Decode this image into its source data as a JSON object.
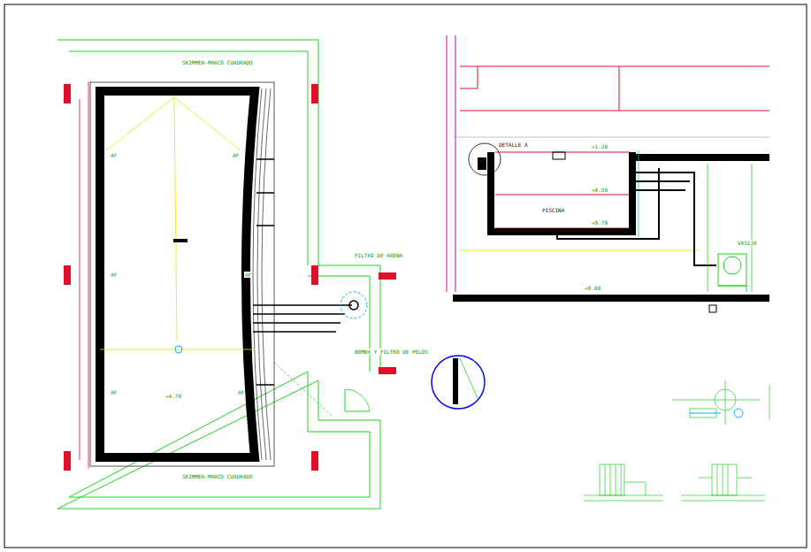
{
  "diagram": {
    "labels": [
      "SKIMMER-MARCO CUADRADO",
      "SKIMMER-MARCO CUADRADO",
      "AF",
      "AF",
      "AF",
      "AF",
      "AF",
      "AF",
      "+4.70",
      "FILTRO DE ARENA",
      "BOMBA Y FILTRO DE PELOS",
      "DETALLE A",
      "PISCINA",
      "+1.20",
      "+0.50",
      "+0.70",
      "+0.00",
      "VASIJA"
    ]
  }
}
